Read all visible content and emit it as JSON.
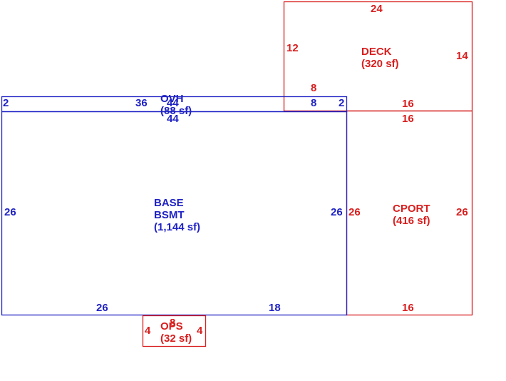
{
  "colors": {
    "house": "#1f22c4",
    "addition": "#d81e1e",
    "background": "#ffffff"
  },
  "areas": {
    "ovh": {
      "name": "OVH",
      "area": "(88 sf)"
    },
    "base": {
      "name": "BASE",
      "name2": "BSMT",
      "area": "(1,144 sf)"
    },
    "deck": {
      "name": "DECK",
      "area": "(320 sf)"
    },
    "cport": {
      "name": "CPORT",
      "area": "(416 sf)"
    },
    "ops": {
      "name": "OPS",
      "area": "(32 sf)"
    }
  },
  "dimensions": {
    "ovh_left": "2",
    "ovh_top_a": "36",
    "ovh_top_b": "44",
    "ovh_bottom": "44",
    "ovh_inner": "8",
    "ovh_right": "2",
    "base_left": "26",
    "base_right": "26",
    "base_bottom_a": "26",
    "base_bottom_b": "18",
    "deck_top": "24",
    "deck_left": "12",
    "deck_right": "14",
    "deck_inner": "8",
    "deck_bottom": "16",
    "cport_top": "16",
    "cport_left": "26",
    "cport_right": "26",
    "cport_bottom": "16",
    "ops_left": "4",
    "ops_right": "4",
    "ops_top": "8"
  }
}
